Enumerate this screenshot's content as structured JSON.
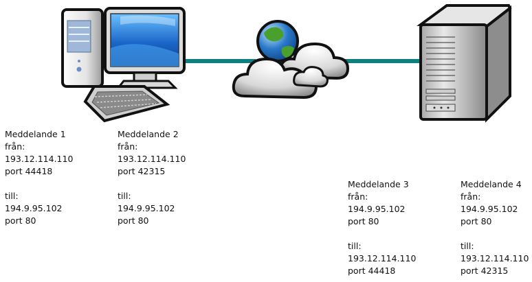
{
  "diagram": {
    "colors": {
      "link": "#0f8080",
      "outline": "#111111",
      "case_light": "#f2f2f2",
      "case_mid": "#bdbdbd",
      "screen_blue": "#1a66c8",
      "globe_green": "#4aa02c",
      "globe_blue": "#2a78c8",
      "cloud": "#e6e6e6"
    },
    "nodes": {
      "client": {
        "icon": "desktop-computer-icon"
      },
      "network": {
        "icon": "internet-cloud-icon"
      },
      "server": {
        "icon": "server-tower-icon"
      }
    },
    "messages": [
      {
        "title": "Meddelande 1",
        "from_label": "från:",
        "from_ip": "193.12.114.110",
        "from_port": "port 44418",
        "to_label": "till:",
        "to_ip": "194.9.95.102",
        "to_port": "port 80"
      },
      {
        "title": "Meddelande 2",
        "from_label": "från:",
        "from_ip": "193.12.114.110",
        "from_port": "port 42315",
        "to_label": "till:",
        "to_ip": "194.9.95.102",
        "to_port": "port 80"
      },
      {
        "title": "Meddelande 3",
        "from_label": "från:",
        "from_ip": "194.9.95.102",
        "from_port": "port 80",
        "to_label": "till:",
        "to_ip": "193.12.114.110",
        "to_port": "port 44418"
      },
      {
        "title": "Meddelande 4",
        "from_label": "från:",
        "from_ip": "194.9.95.102",
        "from_port": "port 80",
        "to_label": "till:",
        "to_ip": "193.12.114.110",
        "to_port": "port 42315"
      }
    ]
  }
}
